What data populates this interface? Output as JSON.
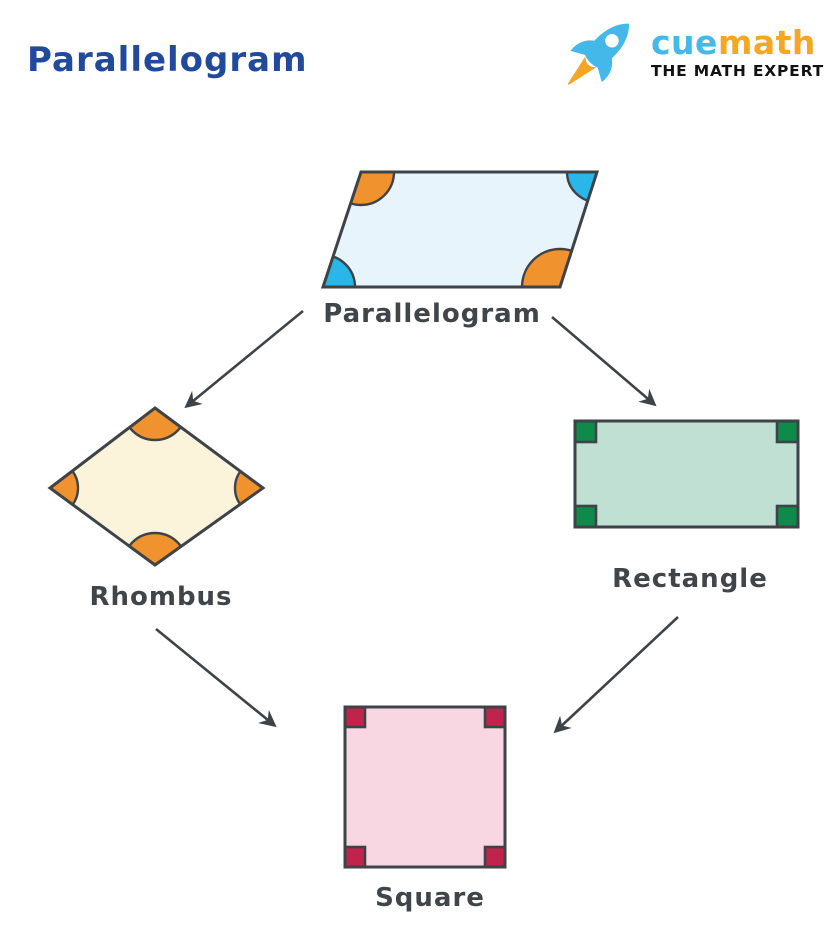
{
  "page": {
    "title": "Parallelogram"
  },
  "logo": {
    "brand_cue": "cue",
    "brand_math": "math",
    "tagline": "THE MATH EXPERT"
  },
  "diagram": {
    "nodes": [
      {
        "id": "parallelogram",
        "label": "Parallelogram"
      },
      {
        "id": "rhombus",
        "label": "Rhombus"
      },
      {
        "id": "rectangle",
        "label": "Rectangle"
      },
      {
        "id": "square",
        "label": "Square"
      }
    ],
    "edges": [
      {
        "from": "parallelogram",
        "to": "rhombus"
      },
      {
        "from": "parallelogram",
        "to": "rectangle"
      },
      {
        "from": "rhombus",
        "to": "square"
      },
      {
        "from": "rectangle",
        "to": "square"
      }
    ]
  },
  "colors": {
    "title_blue": "#21499c",
    "label_gray": "#404549",
    "outline": "#3e4347",
    "parallelogram_fill": "#e8f4fb",
    "rhombus_fill": "#fcf4da",
    "rectangle_fill": "#bfe0d2",
    "square_fill": "#f8d7e3",
    "angle_orange": "#f0922d",
    "angle_blue": "#29b6e8",
    "corner_green": "#0e8a4a",
    "corner_red": "#c0234c",
    "logo_blue": "#45b8ea",
    "logo_orange": "#f5a623",
    "tagline_black": "#121212",
    "window_white": "#ffffff"
  }
}
